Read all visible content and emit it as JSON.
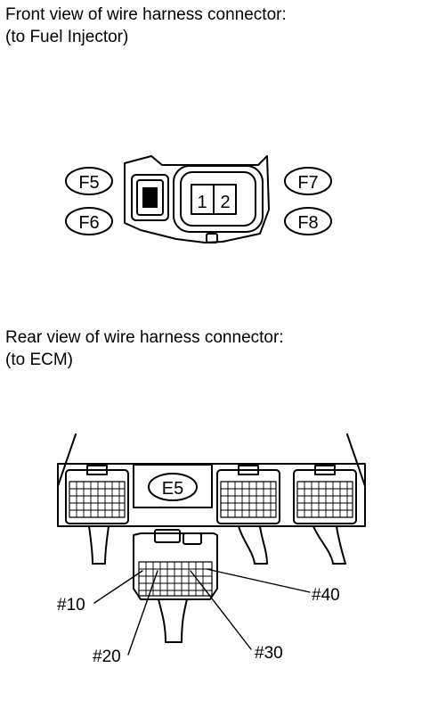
{
  "injector_section": {
    "caption_line1": "Front view of wire harness connector:",
    "caption_line2": "(to Fuel Injector)",
    "connector_labels": [
      "F5",
      "F6",
      "F7",
      "F8"
    ],
    "pin_labels": [
      "1",
      "2"
    ]
  },
  "ecm_section": {
    "caption_line1": "Rear view of wire harness connector:",
    "caption_line2": "(to ECM)",
    "connector_label": "E5",
    "pin_callouts": [
      "#10",
      "#20",
      "#30",
      "#40"
    ]
  }
}
